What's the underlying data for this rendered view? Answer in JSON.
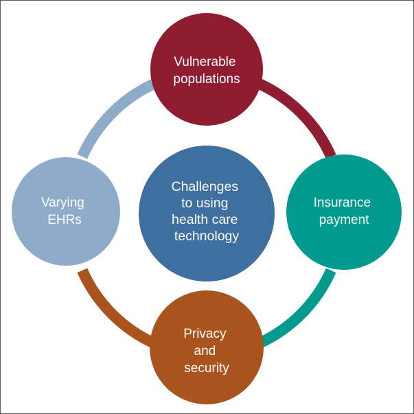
{
  "diagram": {
    "center": {
      "lines": [
        "Challenges",
        "to using",
        "health care",
        "technology"
      ],
      "color": "#3d6f9f"
    },
    "nodes": [
      {
        "id": "vulnerable",
        "lines": [
          "Vulnerable",
          "populations"
        ],
        "color": "#8f1c30"
      },
      {
        "id": "insurance",
        "lines": [
          "Insurance",
          "payment"
        ],
        "color": "#009a8f"
      },
      {
        "id": "privacy",
        "lines": [
          "Privacy",
          "and",
          "security"
        ],
        "color": "#a9541f"
      },
      {
        "id": "ehrs",
        "lines": [
          "Varying",
          "EHRs"
        ],
        "color": "#8eacc9"
      }
    ],
    "arcs": [
      {
        "id": "vulnerable-to-insurance",
        "color": "#8f1c30"
      },
      {
        "id": "insurance-to-privacy",
        "color": "#009a8f"
      },
      {
        "id": "privacy-to-ehrs",
        "color": "#a9541f"
      },
      {
        "id": "ehrs-to-vulnerable",
        "color": "#8eacc9"
      }
    ]
  }
}
